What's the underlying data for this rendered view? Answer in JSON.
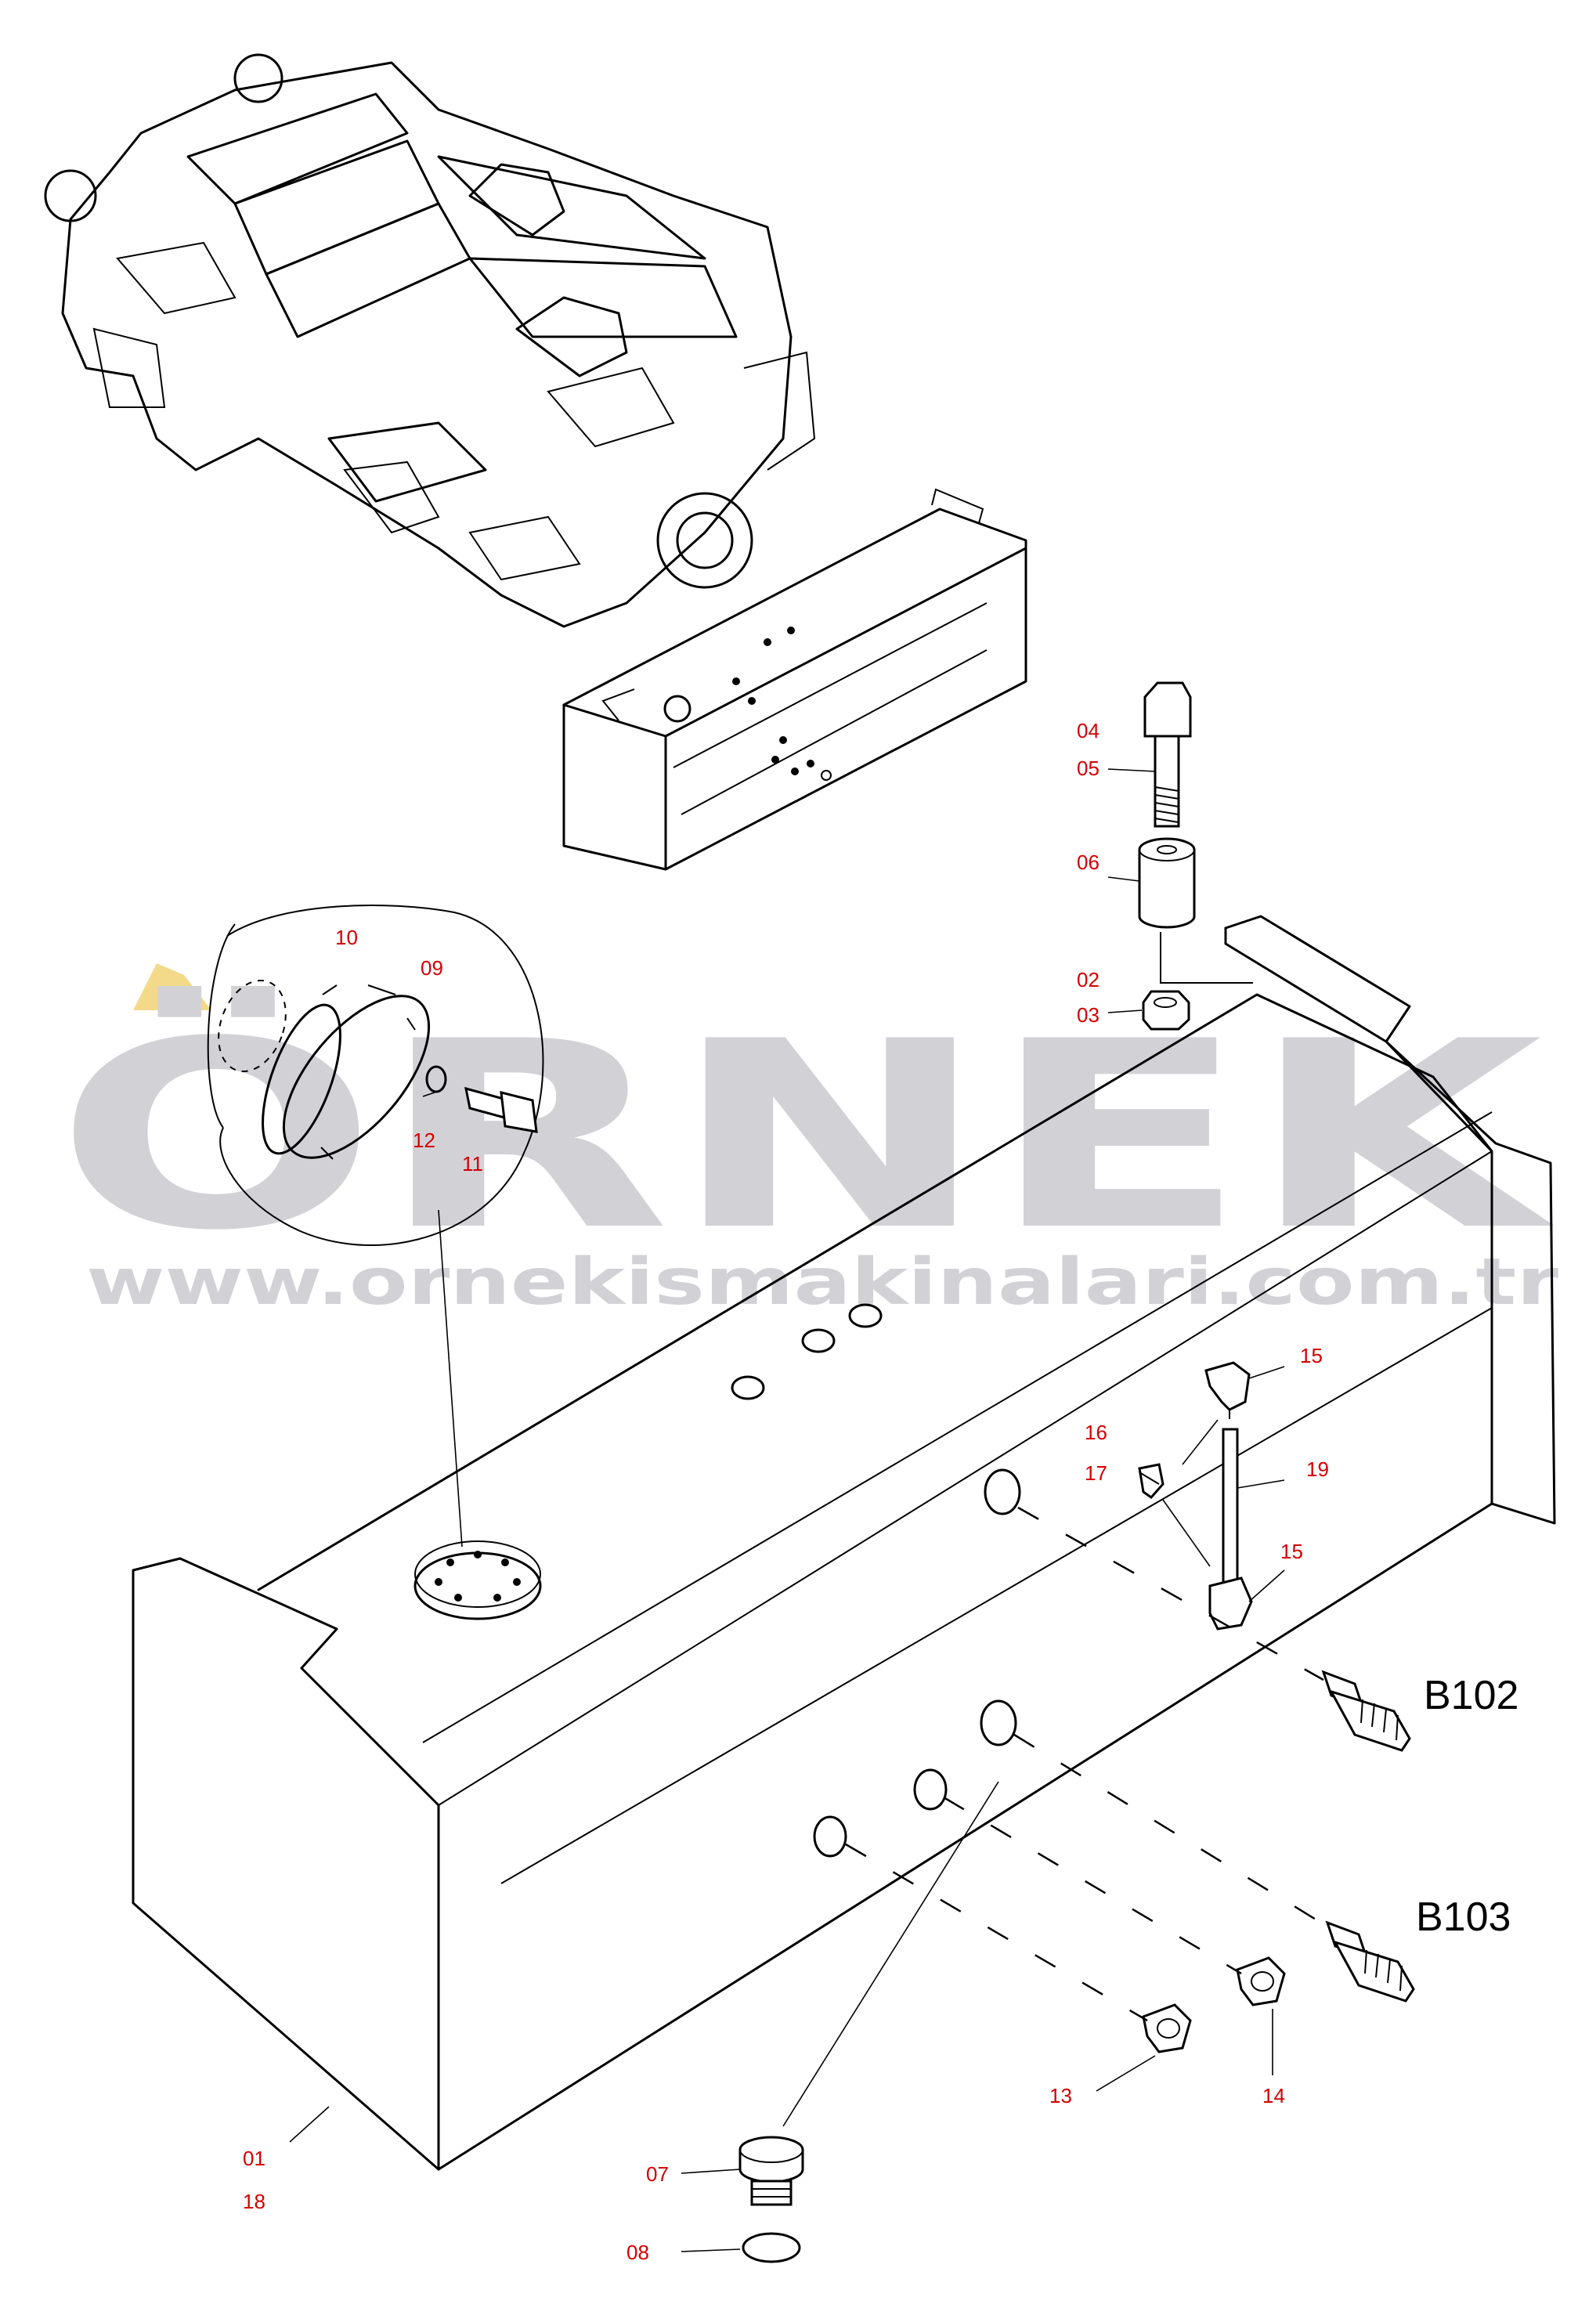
{
  "watermark": {
    "brand": "ÖRNEK",
    "url": "www.ornekismakinalari.com.tr"
  },
  "connectors": {
    "upper": "B102",
    "lower": "B103"
  },
  "callouts": {
    "c01": "01",
    "c18": "18",
    "c02": "02",
    "c03": "03",
    "c04": "04",
    "c05": "05",
    "c06": "06",
    "c07": "07",
    "c08": "08",
    "c09": "09",
    "c10": "10",
    "c11": "11",
    "c12": "12",
    "c13": "13",
    "c14": "14",
    "c15a": "15",
    "c15b": "15",
    "c16": "16",
    "c17": "17",
    "c19": "19"
  },
  "colors": {
    "callout": "#d40000",
    "watermark": "#d2d2d6",
    "watermark_accent": "#f3d98a"
  }
}
